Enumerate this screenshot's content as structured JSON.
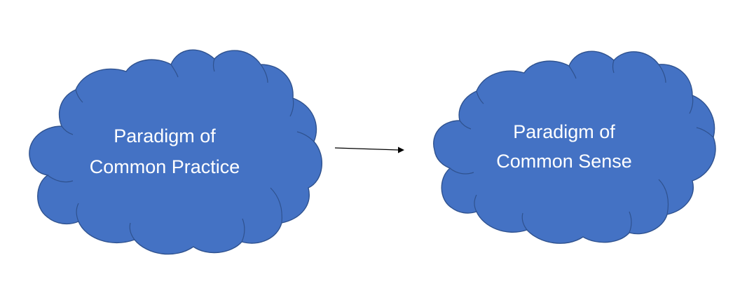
{
  "diagram": {
    "source_cloud": {
      "line1": "Paradigm of",
      "line2": "Common Practice"
    },
    "target_cloud": {
      "line1": "Paradigm of",
      "line2": "Common Sense"
    }
  },
  "colors": {
    "cloud_fill": "#4472c4",
    "cloud_outline": "#2f528f",
    "text": "#ffffff",
    "arrow": "#000000",
    "background": "#ffffff"
  }
}
